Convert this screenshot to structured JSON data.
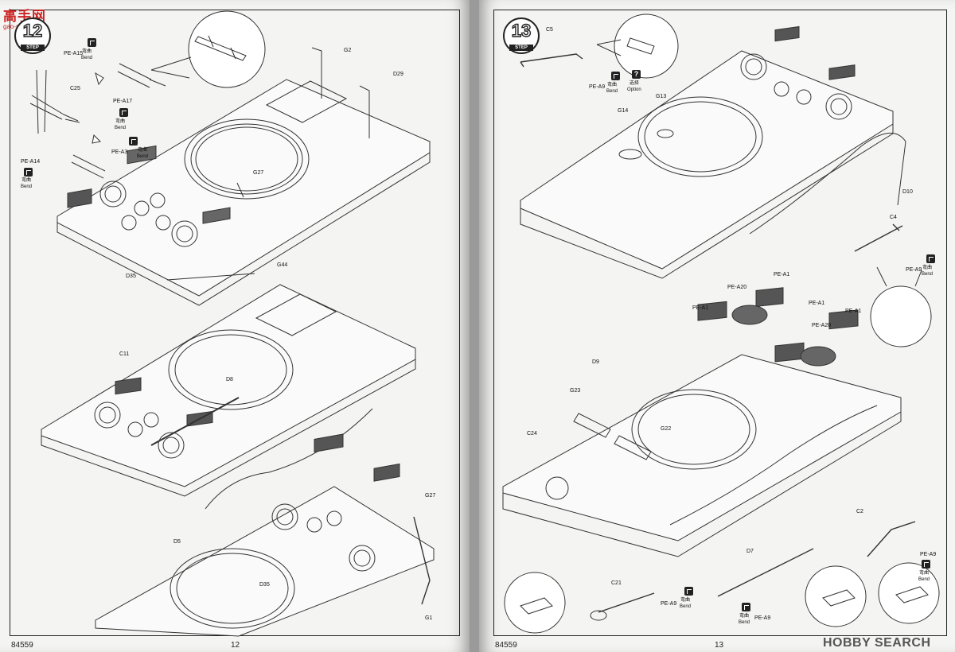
{
  "left_page": {
    "step": "12",
    "step_word": "STEP",
    "page_number": "12",
    "catalog_number": "84559",
    "site_logo": {
      "text": "高手网",
      "url_text": "gao-shou.com"
    },
    "callouts": {
      "pe_a15": "PE-A15",
      "pe_a17": "PE-A17",
      "pe_a3": "PE-A3",
      "pe_a14": "PE-A14",
      "c25": "C25",
      "g2": "G2",
      "d29": "D29",
      "g27_top": "G27",
      "g44": "G44",
      "d35_top": "D35",
      "c11": "C11",
      "d8": "D8",
      "d5": "D5",
      "g27_bottom": "G27",
      "d35_bottom": "D35",
      "g1": "G1"
    },
    "bend_label_cn": "弯曲",
    "bend_label_en": "Bend"
  },
  "right_page": {
    "step": "13",
    "step_word": "STEP",
    "page_number": "13",
    "catalog_number": "84559",
    "callouts": {
      "c5": "C5",
      "pe_a9_top": "PE-A9",
      "g13": "G13",
      "g14": "G14",
      "d10": "D10",
      "c4": "C4",
      "pe_a9_c4": "PE-A9",
      "pe_a20_1": "PE-A20",
      "pe_a1_1": "PE-A1",
      "pe_a1_2": "PE-A1",
      "pe_a1_3": "PE-A1",
      "pe_a20_2": "PE-A20",
      "pe_a1_4": "PE-A1",
      "d9": "D9",
      "g23": "G23",
      "c24": "C24",
      "g22": "G22",
      "c2": "C2",
      "pe_a9_c2": "PE-A9",
      "d7": "D7",
      "c21": "C21",
      "pe_a9_c21": "PE-A9",
      "pe_a9_d7": "PE-A9"
    },
    "bend_label_cn": "弯曲",
    "bend_label_en": "Bend",
    "option_label_cn": "选择",
    "option_label_en": "Option"
  },
  "watermark": "HOBBY SEARCH",
  "colors": {
    "paper": "#f4f4f2",
    "ink": "#222222",
    "logo_red": "#cc2222"
  }
}
